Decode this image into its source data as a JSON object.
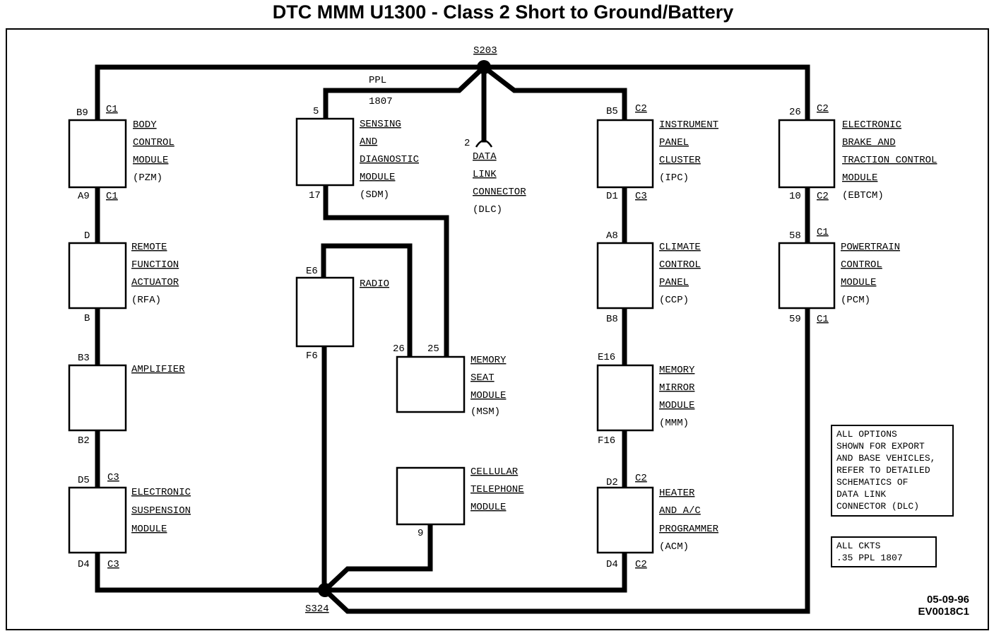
{
  "title": "DTC MMM U1300 - Class 2 Short to Ground/Battery",
  "splices": {
    "top": "S203",
    "bottom": "S324"
  },
  "wire": {
    "color": "PPL",
    "circuit": "1807"
  },
  "dlc": {
    "pin": "2",
    "lines": [
      "DATA",
      "LINK",
      "CONNECTOR",
      "(DLC)"
    ]
  },
  "modules": {
    "bcm": {
      "lines": [
        "BODY",
        "CONTROL",
        "MODULE",
        "(PZM)"
      ],
      "pin_top": "B9",
      "conn_top": "C1",
      "pin_bot": "A9",
      "conn_bot": "C1"
    },
    "rfa": {
      "lines": [
        "REMOTE",
        "FUNCTION",
        "ACTUATOR",
        "(RFA)"
      ],
      "pin_top": "D",
      "pin_bot": "B"
    },
    "amp": {
      "lines": [
        "AMPLIFIER"
      ],
      "pin_top": "B3",
      "pin_bot": "B2"
    },
    "esm": {
      "lines": [
        "ELECTRONIC",
        "SUSPENSION",
        "MODULE"
      ],
      "pin_top": "D5",
      "conn_top": "C3",
      "pin_bot": "D4",
      "conn_bot": "C3"
    },
    "sdm": {
      "lines": [
        "SENSING",
        "AND",
        "DIAGNOSTIC",
        "MODULE",
        "(SDM)"
      ],
      "pin_top": "5",
      "pin_bot": "17"
    },
    "radio": {
      "lines": [
        "RADIO"
      ],
      "pin_top": "E6",
      "pin_bot": "F6"
    },
    "msm": {
      "lines": [
        "MEMORY",
        "SEAT",
        "MODULE",
        "(MSM)"
      ],
      "pin_a": "26",
      "pin_b": "25"
    },
    "cell": {
      "lines": [
        "CELLULAR",
        "TELEPHONE",
        "MODULE"
      ],
      "pin_bot": "9"
    },
    "ipc": {
      "lines": [
        "INSTRUMENT",
        "PANEL",
        "CLUSTER",
        "(IPC)"
      ],
      "pin_top": "B5",
      "conn_top": "C2",
      "pin_bot": "D1",
      "conn_bot": "C3"
    },
    "ccp": {
      "lines": [
        "CLIMATE",
        "CONTROL",
        "PANEL",
        "(CCP)"
      ],
      "pin_top": "A8",
      "pin_bot": "B8"
    },
    "mmm": {
      "lines": [
        "MEMORY",
        "MIRROR",
        "MODULE",
        "(MMM)"
      ],
      "pin_top": "E16",
      "pin_bot": "F16"
    },
    "acm": {
      "lines": [
        "HEATER",
        "AND A/C",
        "PROGRAMMER",
        "(ACM)"
      ],
      "pin_top": "D2",
      "conn_top": "C2",
      "pin_bot": "D4",
      "conn_bot": "C2"
    },
    "ebtcm": {
      "lines": [
        "ELECTRONIC",
        "BRAKE AND",
        "TRACTION CONTROL",
        "MODULE",
        "(EBTCM)"
      ],
      "pin_top": "26",
      "conn_top": "C2",
      "pin_bot": "10",
      "conn_bot": "C2"
    },
    "pcm": {
      "lines": [
        "POWERTRAIN",
        "CONTROL",
        "MODULE",
        "(PCM)"
      ],
      "pin_top": "58",
      "conn_top": "C1",
      "pin_bot": "59",
      "conn_bot": "C1"
    }
  },
  "notes": {
    "options": [
      "ALL OPTIONS",
      "SHOWN FOR EXPORT",
      "AND BASE VEHICLES,",
      "REFER TO DETAILED",
      "SCHEMATICS  OF",
      "DATA LINK",
      "CONNECTOR (DLC)"
    ],
    "ckts": [
      "ALL CKTS",
      ".35 PPL 1807"
    ]
  },
  "doc": {
    "date": "05-09-96",
    "number": "EV0018C1"
  }
}
